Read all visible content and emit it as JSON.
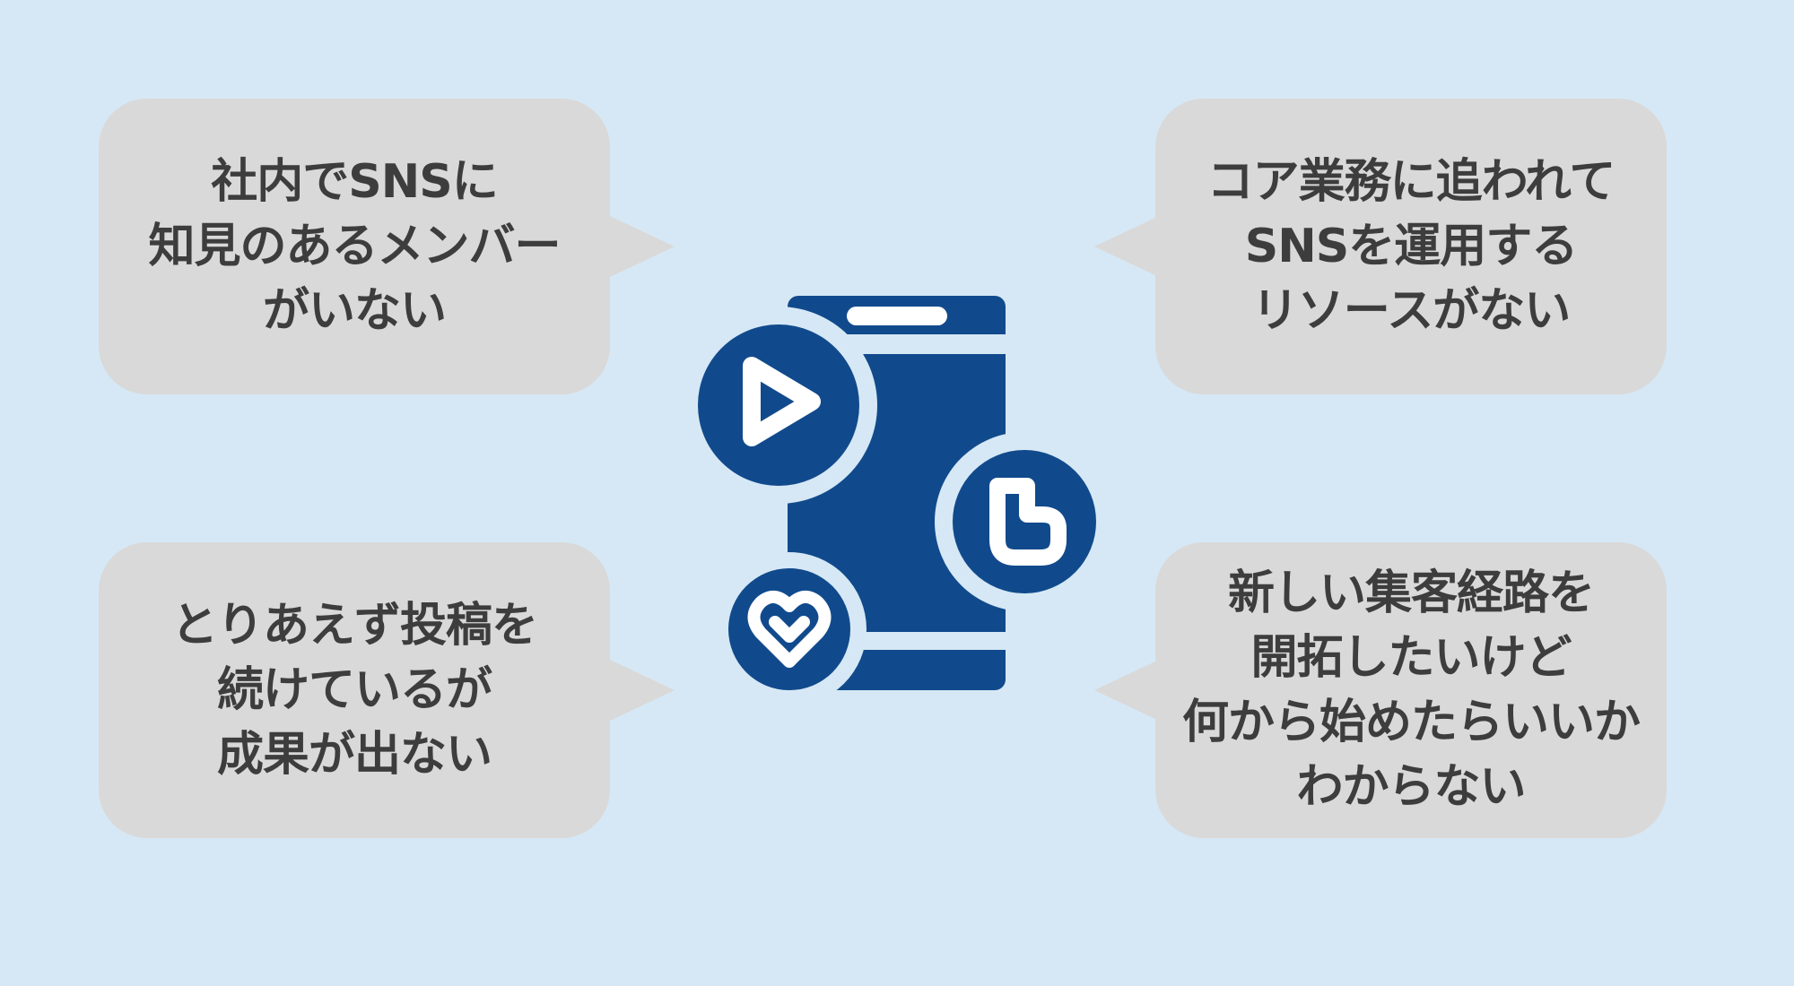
{
  "colors": {
    "background": "#d6e8f5",
    "bubble": "#d9d9d9",
    "text": "#3d3d3d",
    "icon": "#114a8c"
  },
  "bubbles": [
    {
      "position": "top-left",
      "lines": [
        "社内でSNSに",
        "知見のあるメンバー",
        "がいない"
      ]
    },
    {
      "position": "top-right",
      "lines": [
        "コア業務に追われて",
        "SNSを運用する",
        "リソースがない"
      ]
    },
    {
      "position": "bottom-left",
      "lines": [
        "とりあえず投稿を",
        "続けているが",
        "成果が出ない"
      ]
    },
    {
      "position": "bottom-right",
      "lines": [
        "新しい集客経路を",
        "開拓したいけど",
        "何から始めたらいいか",
        "わからない"
      ]
    }
  ],
  "center_icon": {
    "name": "smartphone-with-sns-icons",
    "badges": [
      "play-icon",
      "blog-icon",
      "heart-icon"
    ]
  }
}
